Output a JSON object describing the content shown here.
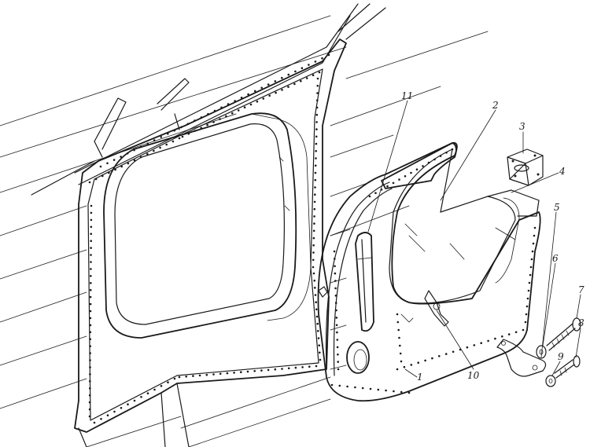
{
  "callouts": [
    {
      "id": "c1",
      "text": "1"
    },
    {
      "id": "c2",
      "text": "2"
    },
    {
      "id": "c3",
      "text": "3"
    },
    {
      "id": "c4",
      "text": "4"
    },
    {
      "id": "c5",
      "text": "5"
    },
    {
      "id": "c6",
      "text": "6"
    },
    {
      "id": "c7",
      "text": "7"
    },
    {
      "id": "c8",
      "text": "8"
    },
    {
      "id": "c9",
      "text": "9"
    },
    {
      "id": "c10",
      "text": "10"
    },
    {
      "id": "c11",
      "text": "11"
    }
  ],
  "colors": {
    "ink": "#1a1a1a",
    "paper": "#ffffff"
  }
}
